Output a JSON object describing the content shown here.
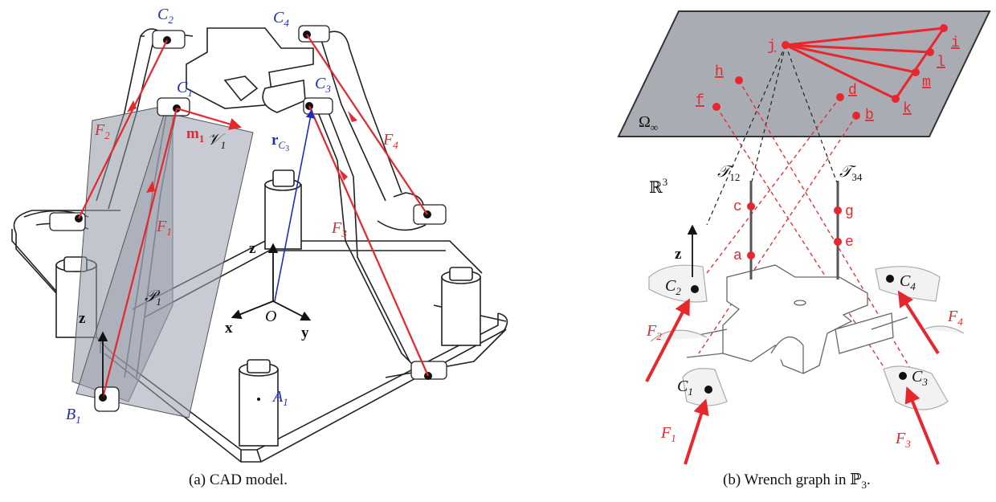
{
  "colors": {
    "red": "#e8262d",
    "blue": "#1f2cc4",
    "gray_plane": "#8e95a3",
    "gray_dark": "#4a4a4a",
    "outline": "#222222"
  },
  "panel_a": {
    "caption": "(a)  CAD model.",
    "labels": {
      "C2": "C",
      "C2_sub": "2",
      "C4": "C",
      "C4_sub": "4",
      "C1": "C",
      "C1_sub": "1",
      "C3": "C",
      "C3_sub": "3",
      "F2": "F",
      "F2_sub": "2",
      "F4": "F",
      "F4_sub": "4",
      "F1": "F",
      "F1_sub": "1",
      "F3": "F",
      "F3_sub": "3",
      "m1": "m",
      "m1_sub": "1",
      "V1": "𝒱",
      "V1_sub": "1",
      "rC3": "r",
      "rC3_sub": "C",
      "rC3_subsub": "3",
      "P1": "𝒫",
      "P1_sub": "1",
      "z_left": "z",
      "z_center": "z",
      "x": "x",
      "y": "y",
      "O": "O",
      "B1": "B",
      "B1_sub": "1",
      "A1": "A",
      "A1_sub": "1"
    }
  },
  "panel_b": {
    "caption": "(b)  Wrench graph in ℙ",
    "caption_sub": "3",
    "caption_end": ".",
    "labels": {
      "omega": "Ω",
      "omega_sub": "∞",
      "R3": "ℝ",
      "R3_sup": "3",
      "T12": "𝒯",
      "T12_sub": "12",
      "T34": "𝒯",
      "T34_sub": "34",
      "i": "i",
      "j": "j",
      "k": "k",
      "l": "l",
      "m": "m",
      "h": "h",
      "f": "f",
      "d": "d",
      "b": "b",
      "a": "a",
      "c": "c",
      "e": "e",
      "g": "g",
      "z": "z",
      "C1": "C",
      "C1_sub": "1",
      "C2": "C",
      "C2_sub": "2",
      "C3": "C",
      "C3_sub": "3",
      "C4": "C",
      "C4_sub": "4",
      "F1": "F",
      "F1_sub": "1",
      "F2": "F",
      "F2_sub": "2",
      "F3": "F",
      "F3_sub": "3",
      "F4": "F",
      "F4_sub": "4"
    }
  }
}
